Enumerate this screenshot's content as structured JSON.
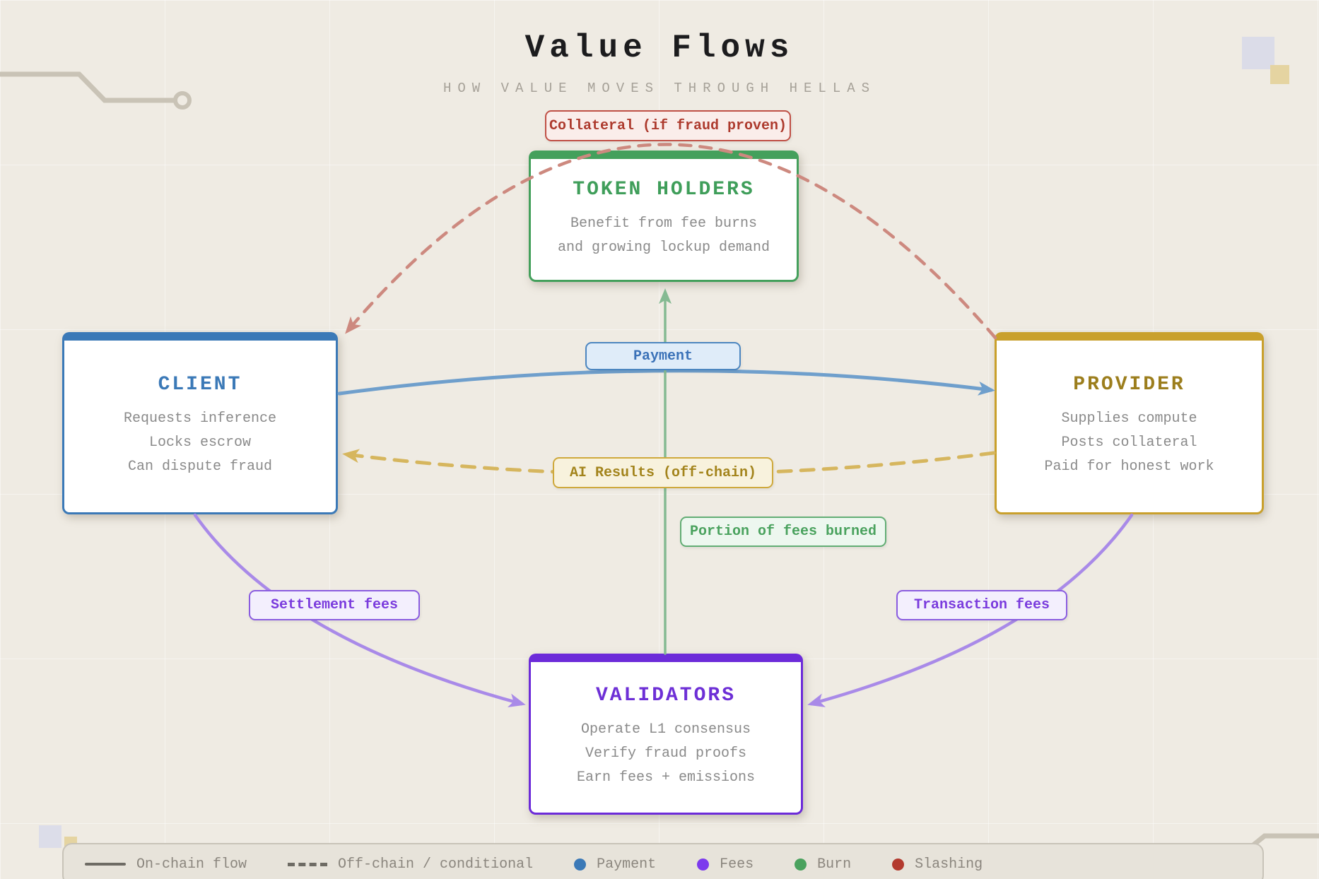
{
  "title": "Value Flows",
  "subtitle": "HOW VALUE MOVES THROUGH HELLAS",
  "nodes": {
    "token_holders": {
      "title": "TOKEN HOLDERS",
      "lines": [
        "Benefit from fee burns",
        "and growing lockup demand"
      ],
      "accent_color": "#3f9e5a"
    },
    "client": {
      "title": "CLIENT",
      "lines": [
        "Requests inference",
        "Locks escrow",
        "Can dispute fraud"
      ],
      "accent_color": "#3b79b7"
    },
    "provider": {
      "title": "PROVIDER",
      "lines": [
        "Supplies compute",
        "Posts collateral",
        "Paid for honest work"
      ],
      "accent_color": "#c9a02c"
    },
    "validators": {
      "title": "VALIDATORS",
      "lines": [
        "Operate L1 consensus",
        "Verify fraud proofs",
        "Earn fees + emissions"
      ],
      "accent_color": "#6c2bd9"
    }
  },
  "flow_labels": {
    "collateral": "Collateral (if fraud proven)",
    "payment": "Payment",
    "ai_results": "AI Results (off-chain)",
    "fees_burned": "Portion of fees burned",
    "settlement_fees": "Settlement fees",
    "transaction_fees": "Transaction fees"
  },
  "flow_colors": {
    "slashing": "#cd897f",
    "payment": "#6f9fcc",
    "offchain_results": "#d6b65e",
    "burn": "#85ba92",
    "fees": "#a98ae8"
  },
  "legend": {
    "items": [
      {
        "label": "On-chain flow",
        "swatch": "solid-line",
        "color": "#6e6b64"
      },
      {
        "label": "Off-chain / conditional",
        "swatch": "dashed-line",
        "color": "#6e6b64"
      },
      {
        "label": "Payment",
        "swatch": "dot",
        "color": "#3b79b7"
      },
      {
        "label": "Fees",
        "swatch": "dot",
        "color": "#7c3aed"
      },
      {
        "label": "Burn",
        "swatch": "dot",
        "color": "#4aa25e"
      },
      {
        "label": "Slashing",
        "swatch": "dot",
        "color": "#b33a2e"
      }
    ]
  }
}
